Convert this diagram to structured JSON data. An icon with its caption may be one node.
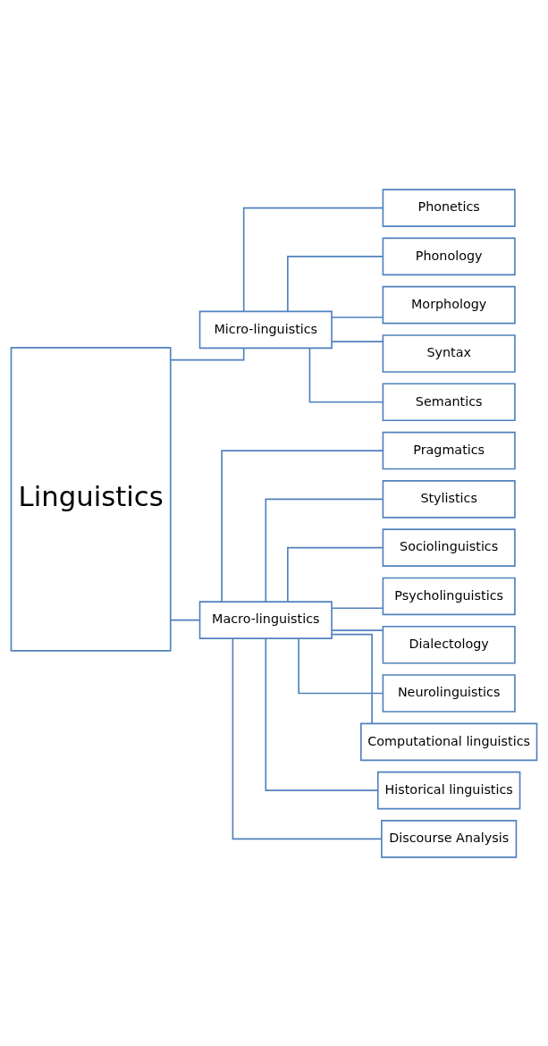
{
  "diagram": {
    "nodes": [
      {
        "text": [
          "Linguistics"
        ]
      },
      {
        "text": [
          "Micro-linguistics"
        ]
      },
      {
        "text": [
          "Phonetics"
        ]
      },
      {
        "text": [
          "Phonology"
        ]
      },
      {
        "text": [
          "Morphology"
        ]
      },
      {
        "text": [
          "Syntax"
        ]
      },
      {
        "text": [
          "Semantics"
        ]
      },
      {
        "text": [
          "Macro-linguistics"
        ]
      },
      {
        "text": [
          "Pragmatics"
        ]
      },
      {
        "text": [
          "Stylistics"
        ]
      },
      {
        "text": [
          "Sociolinguistics"
        ]
      },
      {
        "text": [
          "Psycholinguistics"
        ]
      },
      {
        "text": [
          "Dialectology"
        ]
      },
      {
        "text": [
          "Neurolinguistics"
        ]
      },
      {
        "text": [
          "Computational linguistics"
        ]
      },
      {
        "text": [
          "Historical linguistics"
        ]
      },
      {
        "text": [
          "Discourse Analysis"
        ]
      }
    ],
    "edges": [
      {
        "from": 0,
        "to": 1,
        "arrow": "none"
      },
      {
        "from": 0,
        "to": 7,
        "arrow": "none"
      },
      {
        "from": 1,
        "to": 2,
        "arrow": "none"
      },
      {
        "from": 1,
        "to": 3,
        "arrow": "none"
      },
      {
        "from": 1,
        "to": 4,
        "arrow": "none"
      },
      {
        "from": 1,
        "to": 5,
        "arrow": "none"
      },
      {
        "from": 1,
        "to": 6,
        "arrow": "none"
      },
      {
        "from": 7,
        "to": 8,
        "arrow": "none"
      },
      {
        "from": 7,
        "to": 9,
        "arrow": "none"
      },
      {
        "from": 7,
        "to": 10,
        "arrow": "none"
      },
      {
        "from": 7,
        "to": 11,
        "arrow": "none"
      },
      {
        "from": 7,
        "to": 12,
        "arrow": "none"
      },
      {
        "from": 7,
        "to": 13,
        "arrow": "none"
      },
      {
        "from": 7,
        "to": 14,
        "arrow": "none"
      },
      {
        "from": 7,
        "to": 15,
        "arrow": "none"
      },
      {
        "from": 7,
        "to": 16,
        "arrow": "none"
      }
    ]
  }
}
